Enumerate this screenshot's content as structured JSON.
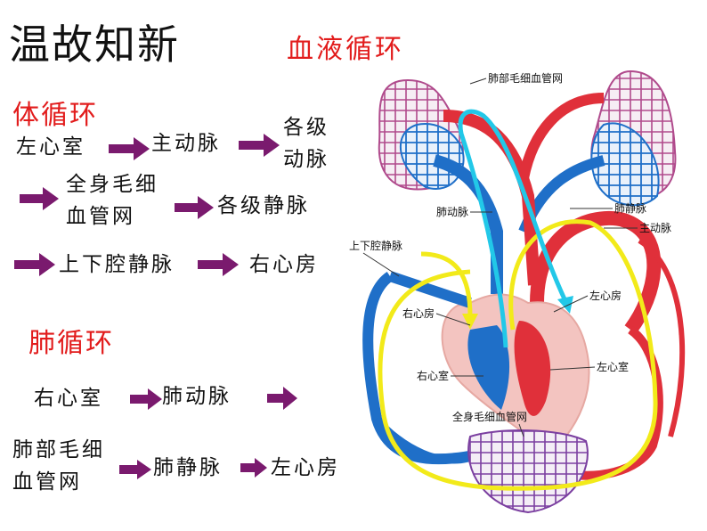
{
  "title": "温故知新",
  "subtitle": "血液循环",
  "systemic": {
    "heading": "体循环",
    "left_ventricle": "左心室",
    "aorta": "主动脉",
    "arteries_line1": "各级",
    "arteries_line2": "动脉",
    "capillaries_line1": "全身毛细",
    "capillaries_line2": "血管网",
    "veins": "各级静脉",
    "vena_cava": "上下腔静脉",
    "right_atrium": "右心房"
  },
  "pulmonary": {
    "heading": "肺循环",
    "right_ventricle": "右心室",
    "pulmonary_artery": "肺动脉",
    "lung_capillaries_line1": "肺部毛细",
    "lung_capillaries_line2": "血管网",
    "pulmonary_vein": "肺静脉",
    "left_atrium": "左心房"
  },
  "diagram": {
    "label_lung_capillaries": "肺部毛细血管网",
    "label_pulmonary_artery": "肺动脉",
    "label_pulmonary_vein": "肺静脉",
    "label_aorta": "主动脉",
    "label_vena_cava": "上下腔静脉",
    "label_right_atrium": "右心房",
    "label_left_atrium": "左心房",
    "label_right_ventricle": "右心室",
    "label_left_ventricle": "左心室",
    "label_body_capillaries": "全身毛细血管网"
  },
  "colors": {
    "arrow": "#7a1a6e",
    "heading_red": "#e21c1c",
    "artery_red": "#e0303a",
    "vein_blue": "#1f6fc8",
    "path_yellow": "#f2ea1a",
    "path_cyan": "#22c8e8"
  }
}
